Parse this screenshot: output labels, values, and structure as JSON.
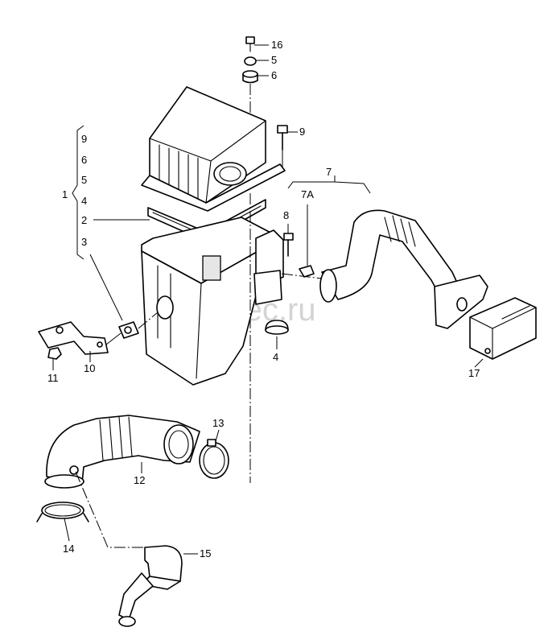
{
  "watermark": "vagtec.ru",
  "callouts": {
    "c1": "1",
    "c2": "2",
    "c3": "3",
    "c4": "4",
    "c5": "5",
    "c6": "6",
    "c7": "7",
    "c7a": "7A",
    "c8": "8",
    "c9": "9",
    "c10": "10",
    "c11": "11",
    "c12": "12",
    "c13": "13",
    "c14": "14",
    "c15": "15",
    "c16": "16",
    "c17": "17",
    "g9": "9",
    "g6": "6",
    "g5": "5",
    "g4": "4"
  }
}
